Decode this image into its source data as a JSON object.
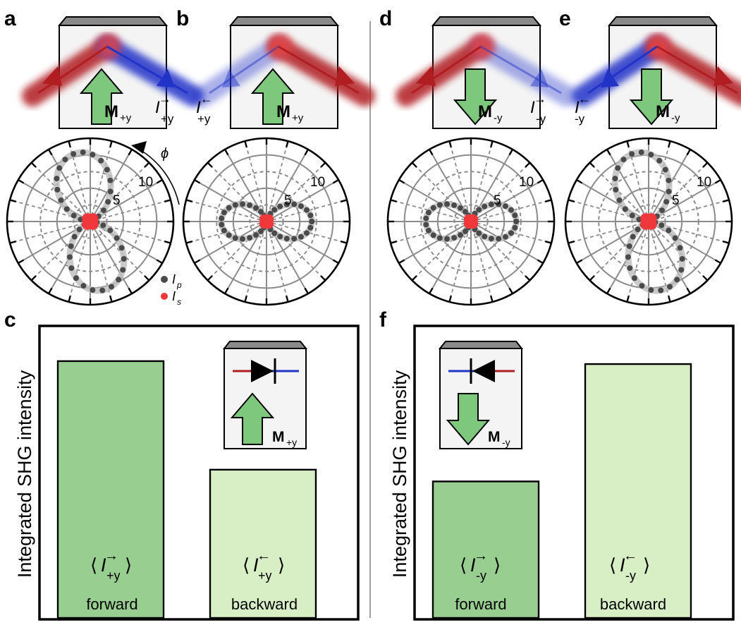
{
  "panel_letters": [
    "a",
    "b",
    "c",
    "d",
    "e",
    "f"
  ],
  "colors": {
    "red_beam": "#b01e22",
    "blue_beam": "#2233c8",
    "arrow_green": "#7dc87d",
    "bar_forward_left": "#98cf91",
    "bar_backward_left": "#d8efc6",
    "bar_forward_right": "#98cf91",
    "bar_backward_right": "#d8efc6",
    "ip_points": "#4a4a4a",
    "is_points": "#f0383c",
    "grid": "#8c8c8c"
  },
  "magnetization": {
    "plus": {
      "base": "M",
      "sub": "+y"
    },
    "minus": {
      "base": "M",
      "sub": "-y"
    }
  },
  "intensity_symbols": {
    "a": {
      "base": "I",
      "sub": "+y",
      "dir": "→"
    },
    "b": {
      "base": "I",
      "sub": "+y",
      "dir": "←"
    },
    "d": {
      "base": "I",
      "sub": "-y",
      "dir": "→"
    },
    "e": {
      "base": "I",
      "sub": "-y",
      "dir": "←"
    }
  },
  "polar": {
    "radial_ticks": [
      "5",
      "10"
    ],
    "angle_symbol": "ϕ",
    "legend": [
      {
        "symbol": "I",
        "sub": "p",
        "color": "#4a4a4a"
      },
      {
        "symbol": "I",
        "sub": "s",
        "color": "#f0383c"
      }
    ]
  },
  "chart_data": [
    {
      "panel": "a",
      "type": "polar",
      "series": [
        {
          "name": "I_p",
          "lobe_orientation_deg": 100,
          "peak": 10.5
        },
        {
          "name": "I_s",
          "peak": 1.0
        }
      ]
    },
    {
      "panel": "b",
      "type": "polar",
      "series": [
        {
          "name": "I_p",
          "lobe_orientation_deg": 0,
          "peak": 6.8
        },
        {
          "name": "I_s",
          "peak": 0.8
        }
      ]
    },
    {
      "panel": "d",
      "type": "polar",
      "series": [
        {
          "name": "I_p",
          "lobe_orientation_deg": 0,
          "peak": 6.8
        },
        {
          "name": "I_s",
          "peak": 0.8
        }
      ]
    },
    {
      "panel": "e",
      "type": "polar",
      "series": [
        {
          "name": "I_p",
          "lobe_orientation_deg": 100,
          "peak": 10.5
        },
        {
          "name": "I_s",
          "peak": 1.0
        }
      ]
    },
    {
      "panel": "c",
      "type": "bar",
      "ylabel": "Integrated SHG intensity",
      "categories": [
        "forward",
        "backward"
      ],
      "bar_labels": [
        {
          "base": "I",
          "sub": "+y",
          "dir": "→"
        },
        {
          "base": "I",
          "sub": "+y",
          "dir": "←"
        }
      ],
      "values": [
        0.88,
        0.51
      ],
      "ylim": [
        0,
        1
      ]
    },
    {
      "panel": "f",
      "type": "bar",
      "ylabel": "Integrated SHG intensity",
      "categories": [
        "forward",
        "backward"
      ],
      "bar_labels": [
        {
          "base": "I",
          "sub": "-y",
          "dir": "→"
        },
        {
          "base": "I",
          "sub": "-y",
          "dir": "←"
        }
      ],
      "values": [
        0.47,
        0.87
      ],
      "ylim": [
        0,
        1
      ]
    }
  ]
}
